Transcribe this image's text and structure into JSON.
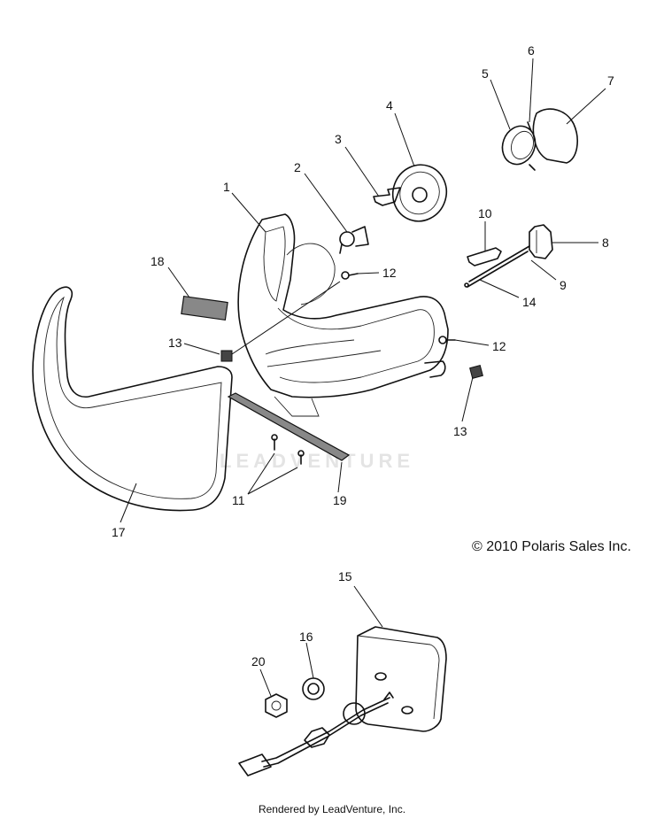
{
  "watermark": "LEADVENTURE",
  "copyright": "© 2010 Polaris Sales Inc.",
  "footer": "Rendered by LeadVenture, Inc.",
  "callouts": [
    "1",
    "2",
    "3",
    "4",
    "5",
    "6",
    "7",
    "8",
    "9",
    "10",
    "11",
    "12",
    "12",
    "13",
    "13",
    "14",
    "15",
    "16",
    "17",
    "18",
    "19",
    "20"
  ]
}
